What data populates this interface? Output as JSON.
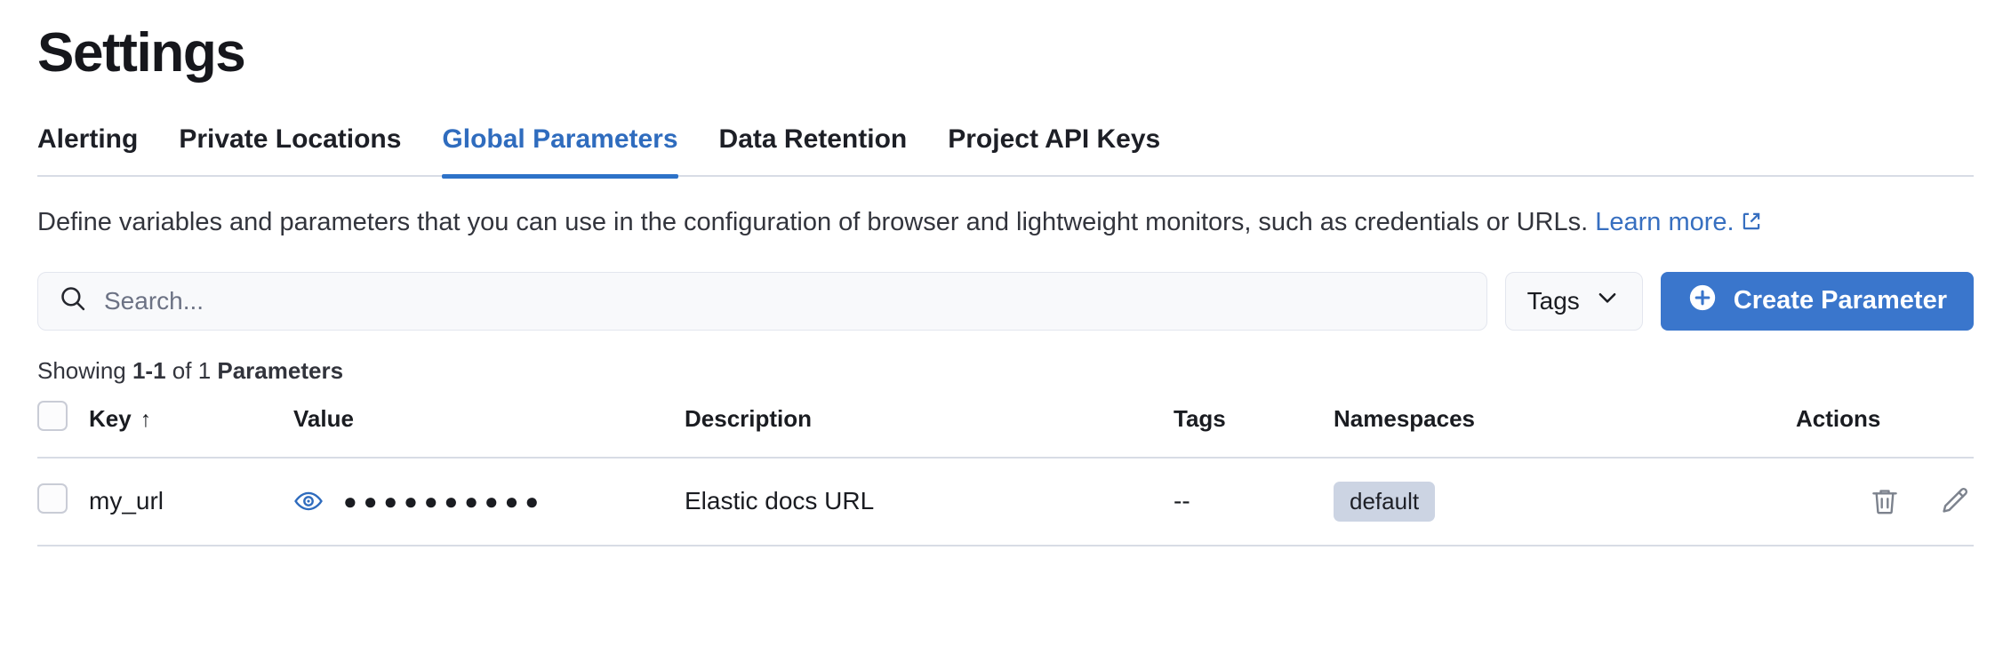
{
  "page": {
    "title": "Settings"
  },
  "tabs": [
    {
      "label": "Alerting",
      "active": false
    },
    {
      "label": "Private Locations",
      "active": false
    },
    {
      "label": "Global Parameters",
      "active": true
    },
    {
      "label": "Data Retention",
      "active": false
    },
    {
      "label": "Project API Keys",
      "active": false
    }
  ],
  "description": {
    "text": "Define variables and parameters that you can use in the configuration of browser and lightweight monitors, such as credentials or URLs. ",
    "link_text": "Learn more.",
    "link_icon": "external-link-icon"
  },
  "controls": {
    "search_placeholder": "Search...",
    "search_value": "",
    "search_icon": "search-icon",
    "tags_label": "Tags",
    "tags_icon": "chevron-down-icon",
    "create_label": "Create Parameter",
    "create_icon": "plus-in-circle-icon"
  },
  "results": {
    "showing_prefix": "Showing ",
    "range": "1-1",
    "of": " of ",
    "total": "1",
    "noun": " Parameters"
  },
  "table": {
    "columns": [
      {
        "key": "check",
        "label": ""
      },
      {
        "key": "key",
        "label": "Key",
        "sort": "ascending",
        "sort_glyph": "↑"
      },
      {
        "key": "value",
        "label": "Value"
      },
      {
        "key": "description",
        "label": "Description"
      },
      {
        "key": "tags",
        "label": "Tags"
      },
      {
        "key": "namespaces",
        "label": "Namespaces"
      },
      {
        "key": "actions",
        "label": "Actions"
      }
    ],
    "rows": [
      {
        "key": "my_url",
        "value_masked": "●●●●●●●●●●",
        "value_toggle_icon": "eye-icon",
        "description": "Elastic docs URL",
        "tags": "--",
        "namespaces": [
          "default"
        ],
        "actions": [
          "trash-icon",
          "pencil-icon"
        ]
      }
    ]
  },
  "colors": {
    "accent_blue": "#2f6cbe",
    "tab_underline": "#2d72c8",
    "button_blue": "#3a76cc",
    "link_blue": "#376fc0",
    "badge_bg": "#ccd4e3",
    "border_gray": "#d8dce5",
    "icon_gray": "#7c828d",
    "eye_blue": "#2f6cbe",
    "text_dark": "#1a1c21",
    "placeholder_gray": "#6c7284"
  }
}
